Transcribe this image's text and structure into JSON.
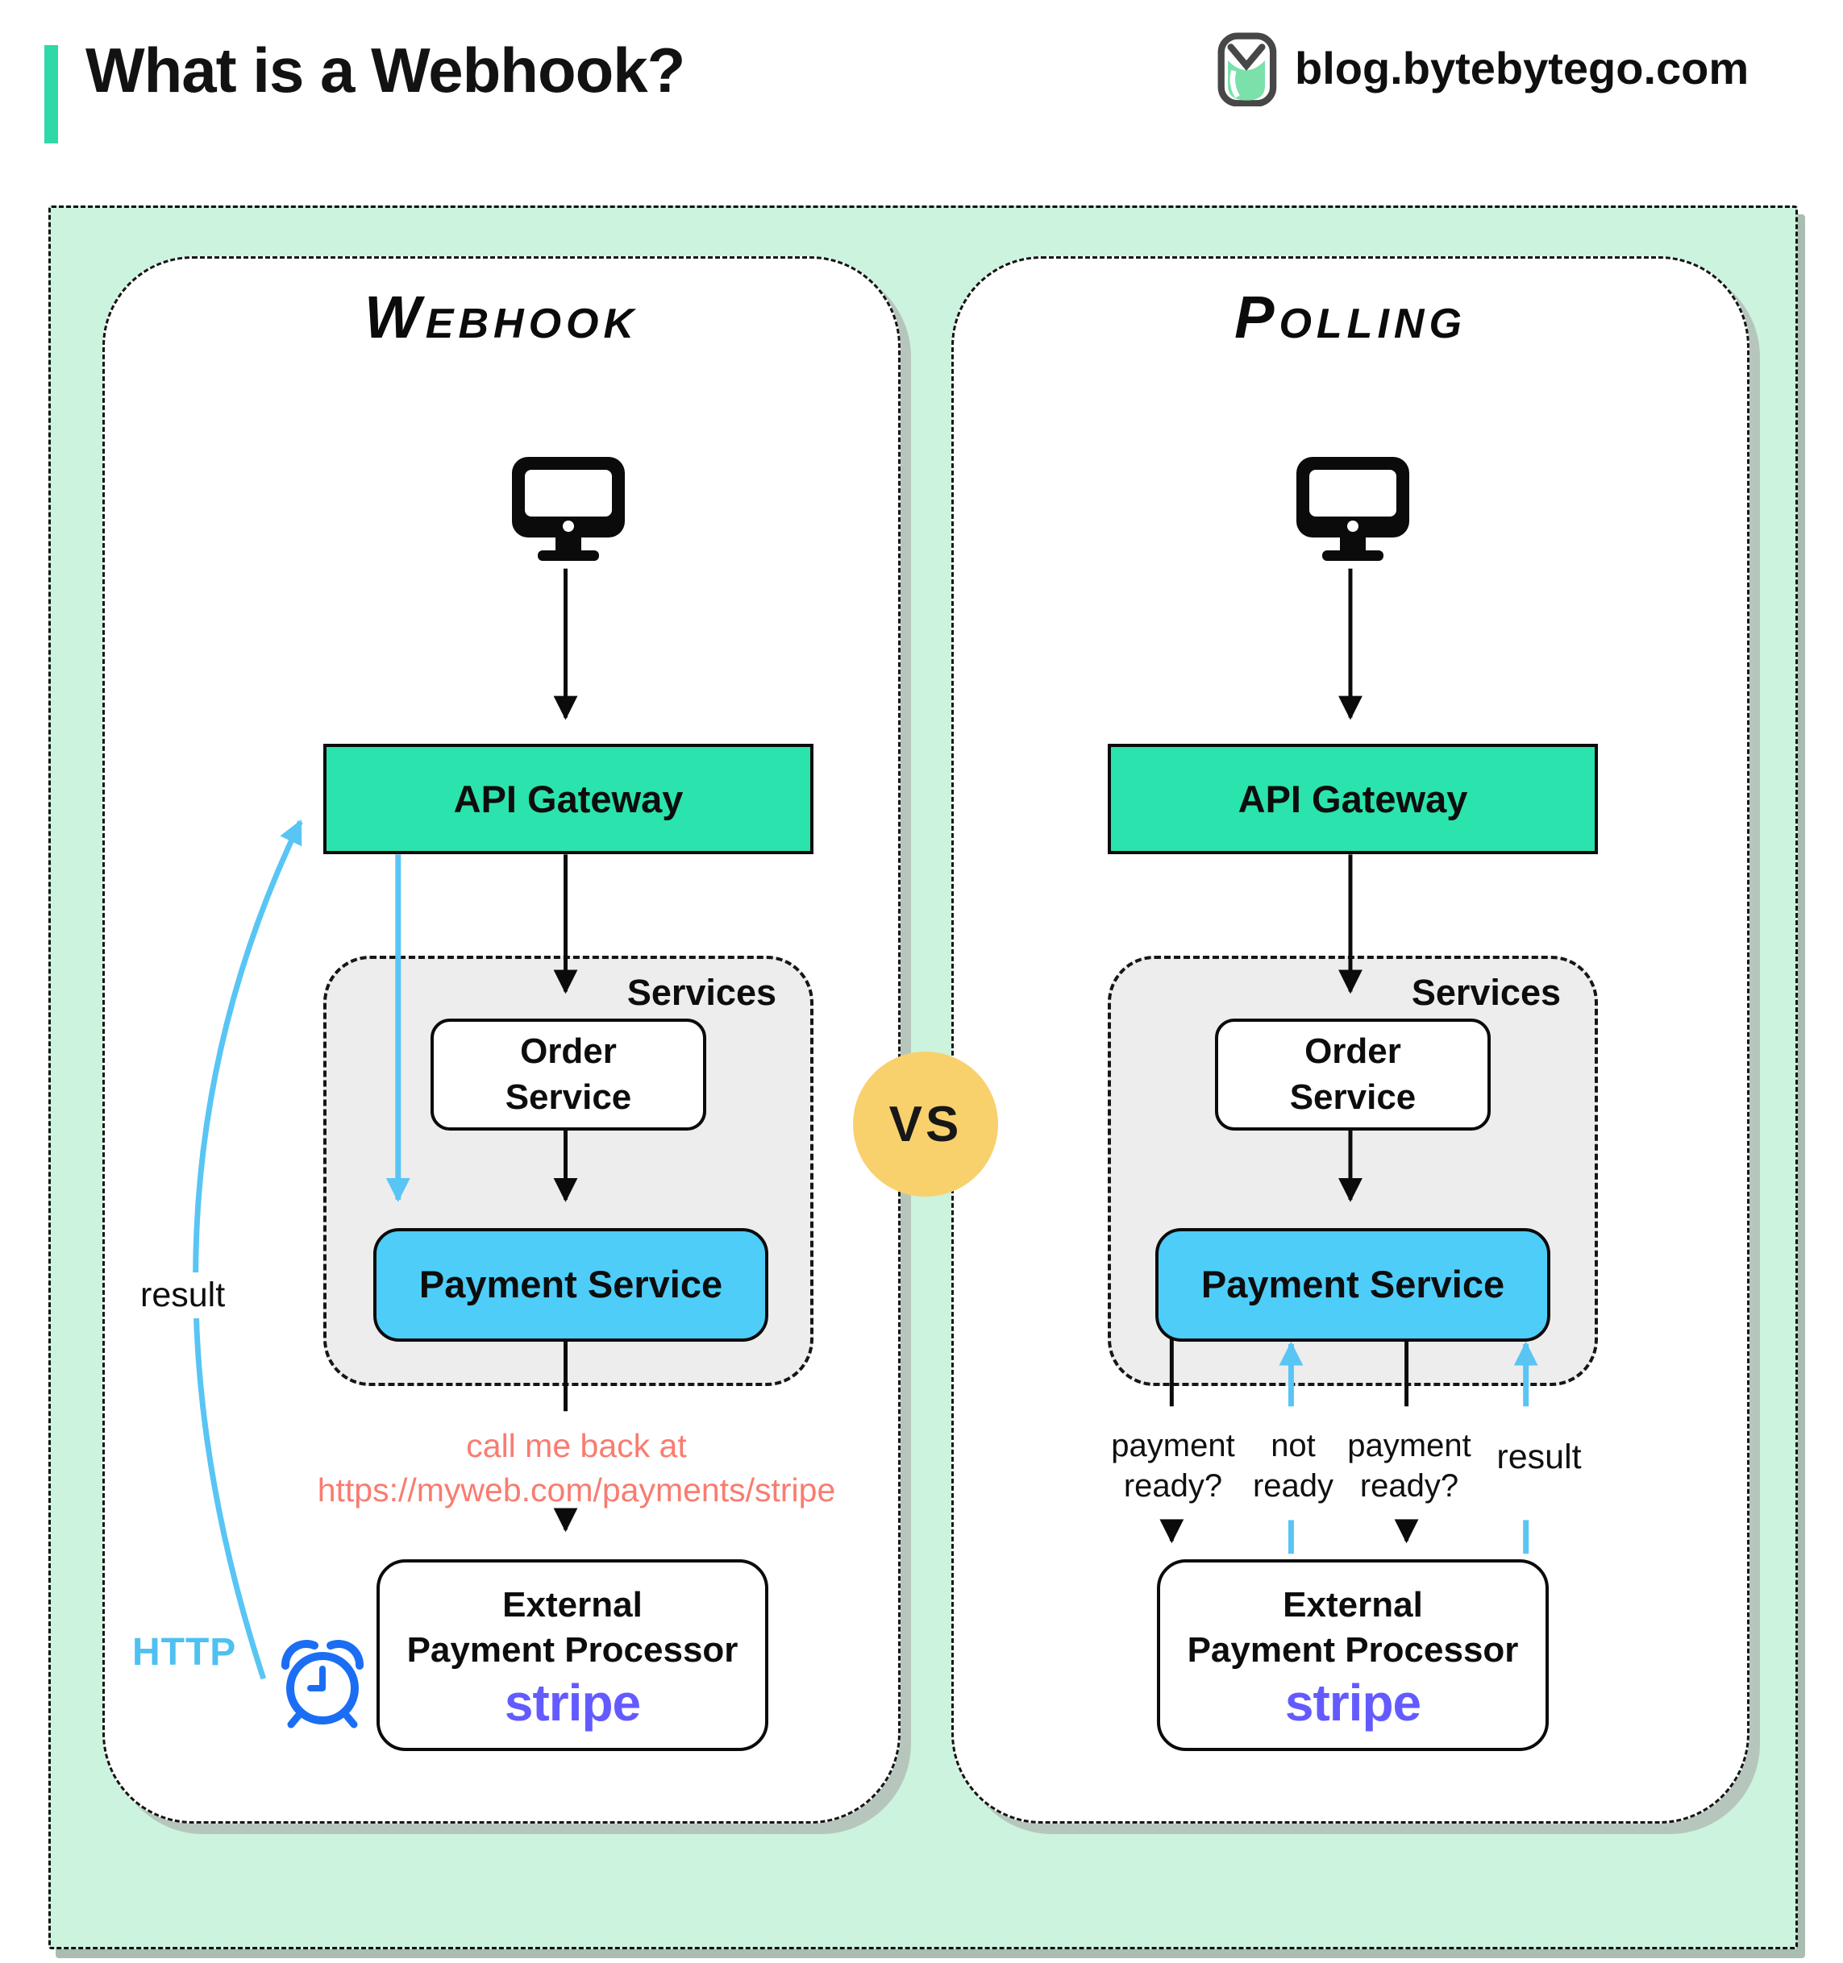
{
  "header": {
    "title": "What is a Webhook?",
    "site": "blog.bytebytego.com"
  },
  "vs": "VS",
  "webhook": {
    "title": "Webhook",
    "client_icon": "desktop-computer",
    "api_gateway": "API Gateway",
    "services_label": "Services",
    "order_line1": "Order",
    "order_line2": "Service",
    "payment_service": "Payment Service",
    "callback_line1": "call me back at",
    "callback_line2": "https://myweb.com/payments/stripe",
    "external_line1": "External",
    "external_line2": "Payment Processor",
    "external_brand": "stripe",
    "result_label": "result",
    "http_label": "HTTP"
  },
  "polling": {
    "title": "Polling",
    "client_icon": "desktop-computer",
    "api_gateway": "API Gateway",
    "services_label": "Services",
    "order_line1": "Order",
    "order_line2": "Service",
    "payment_service": "Payment Service",
    "external_line1": "External",
    "external_line2": "Payment Processor",
    "external_brand": "stripe",
    "flow1_line1": "payment",
    "flow1_line2": "ready?",
    "flow2_line1": "not",
    "flow2_line2": "ready",
    "flow3_line1": "payment",
    "flow3_line2": "ready?",
    "flow4": "result"
  },
  "colors": {
    "accent_teal": "#2fd8a7",
    "mint_background": "#cbf3dd",
    "api_gateway_green": "#2be3ad",
    "payment_blue": "#4ecdf9",
    "services_gray": "#ededed",
    "vs_yellow": "#f8d16d",
    "callback_red": "#f97c70",
    "flow_arrow_blue": "#58c5f4",
    "alarm_clock_blue": "#1b6ef3",
    "stripe_purple": "#635bff"
  }
}
